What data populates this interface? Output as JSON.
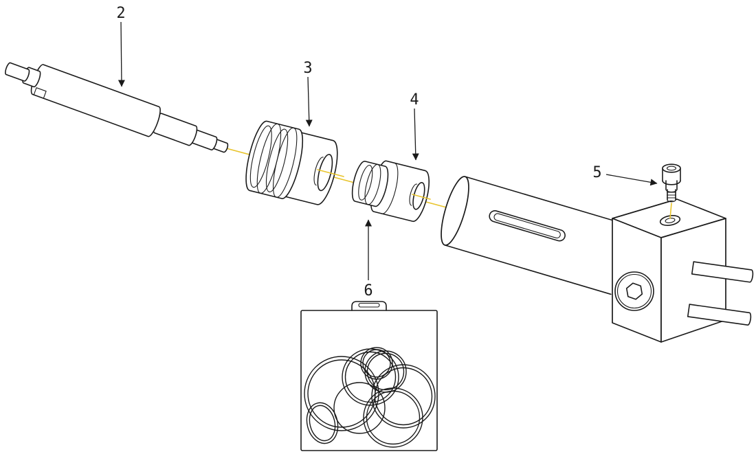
{
  "diagram": {
    "callouts": [
      {
        "label": "2"
      },
      {
        "label": "3"
      },
      {
        "label": "4"
      },
      {
        "label": "5"
      },
      {
        "label": "6"
      }
    ],
    "colors": {
      "line": "#1a1a1a",
      "centerline": "#e8c42c",
      "background": "#ffffff"
    }
  }
}
